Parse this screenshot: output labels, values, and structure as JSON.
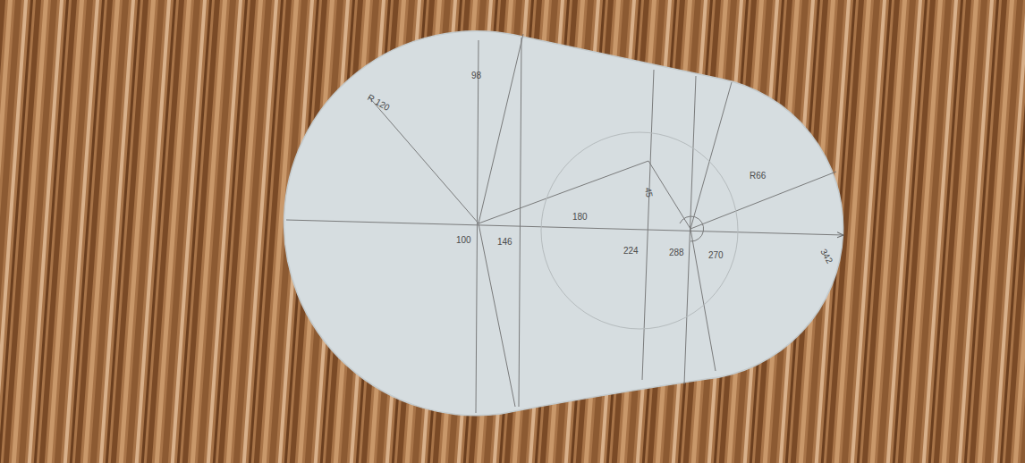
{
  "diagram": {
    "labels": [
      "R 120",
      "98",
      "100",
      "146",
      "180",
      "224",
      "288",
      "270",
      "342",
      "45",
      "R66"
    ]
  }
}
